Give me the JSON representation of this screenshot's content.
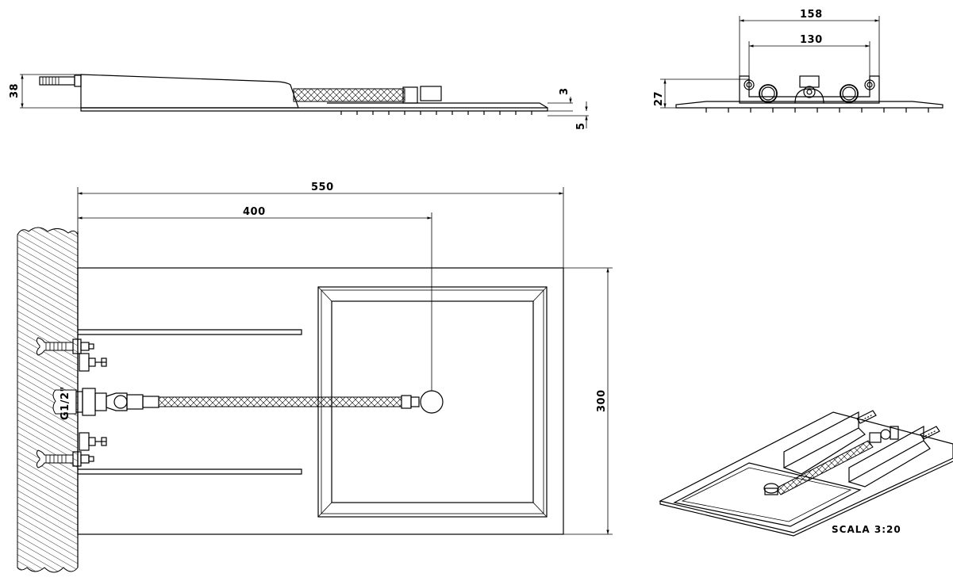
{
  "dimensions": {
    "side_height": "38",
    "side_plate": "3",
    "side_nozzle": "5",
    "front_height": "27",
    "front_outer": "158",
    "front_inner": "130",
    "plan_length": "550",
    "plan_center": "400",
    "plan_width": "300",
    "thread": "G1/2\""
  },
  "scale_label": "SCALA  3:20",
  "colors": {
    "line": "#000000",
    "background": "#ffffff"
  },
  "views": [
    "side-view",
    "front-view",
    "plan-view",
    "isometric-view"
  ]
}
